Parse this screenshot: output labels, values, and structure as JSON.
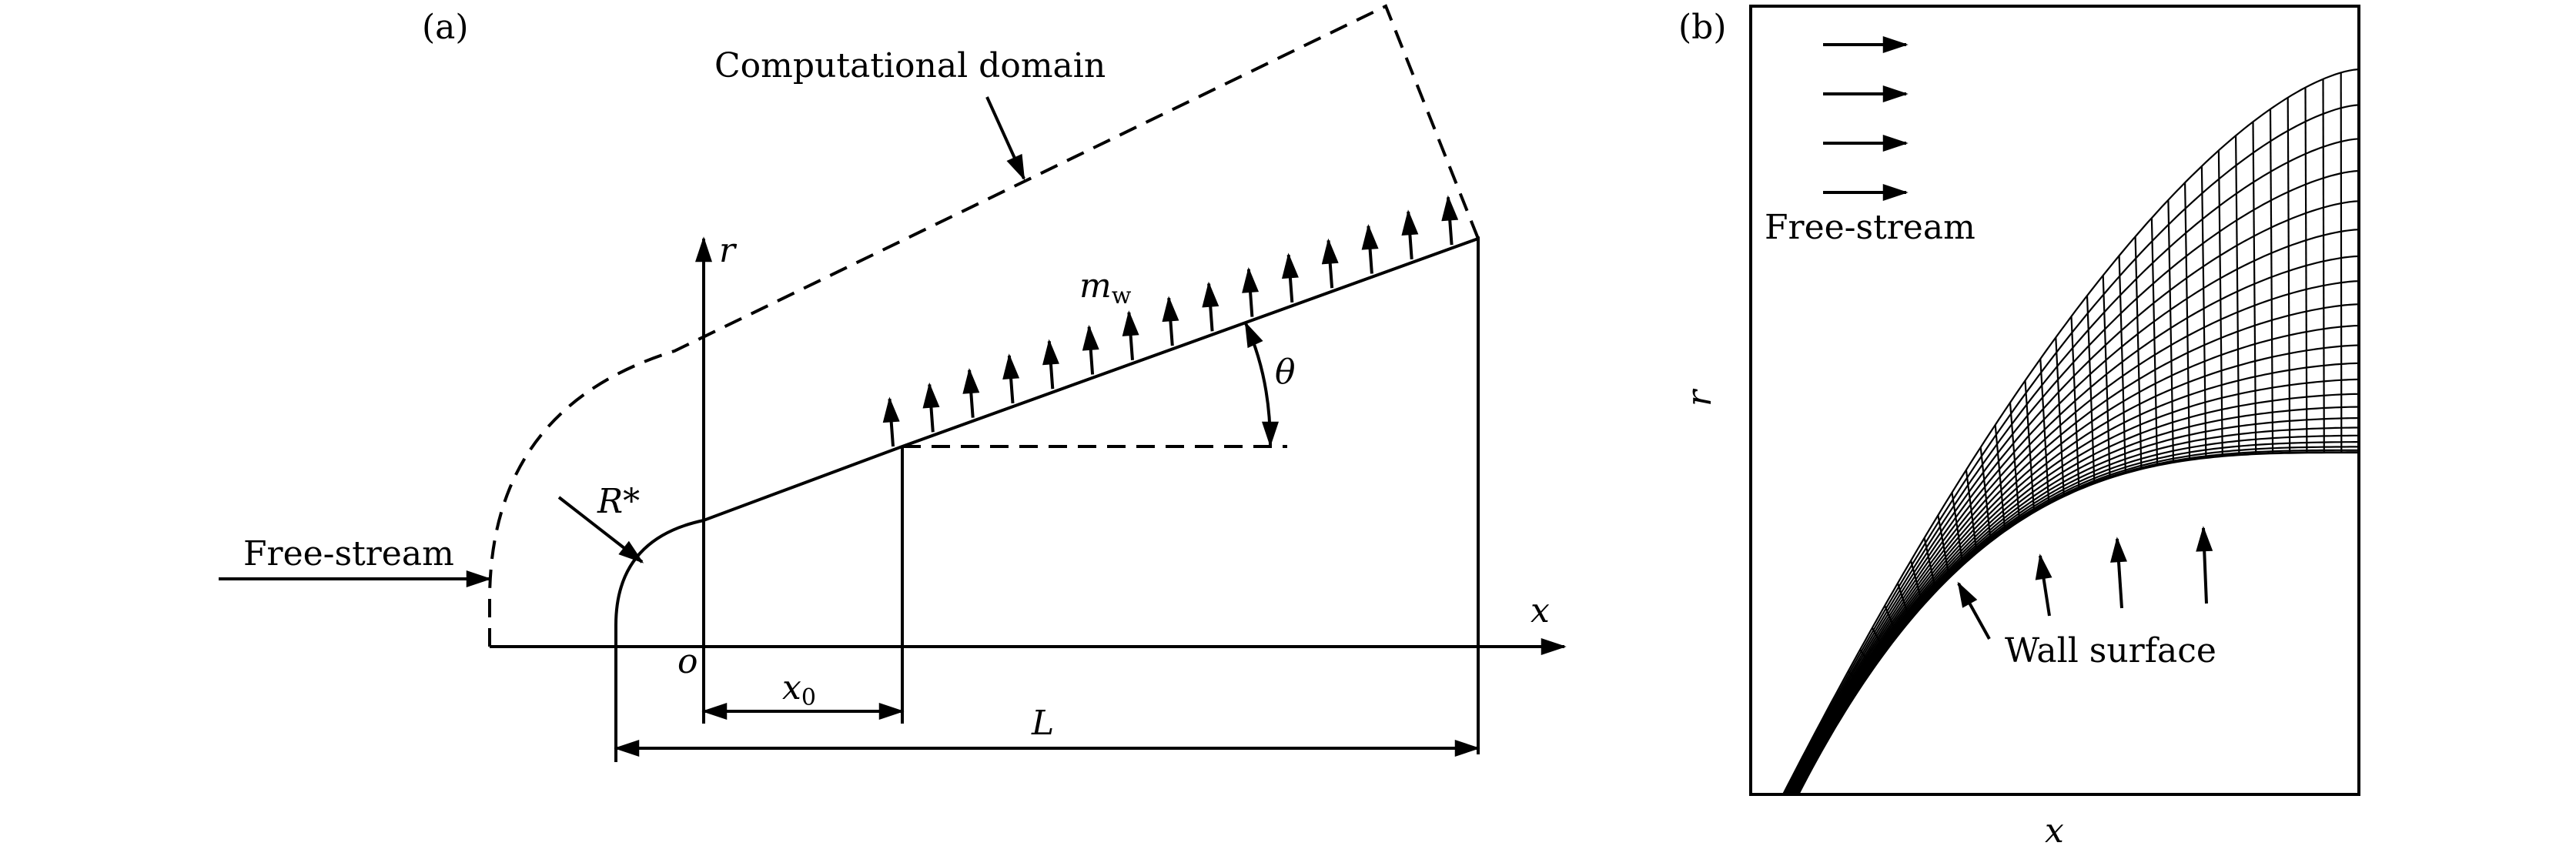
{
  "panel_a": {
    "label": "(a)",
    "computational_domain": "Computational domain",
    "free_stream": "Free-stream",
    "r_axis": "r",
    "x_axis": "x",
    "origin": "o",
    "nose_radius": "R*",
    "x0_base": "x",
    "x0_sub": "0",
    "length": "L",
    "theta": "θ",
    "mw_base": "m",
    "mw_sub": "w"
  },
  "panel_b": {
    "label": "(b)",
    "free_stream": "Free-stream",
    "r_axis": "r",
    "x_axis": "x",
    "wall_surface": "Wall surface"
  },
  "colors": {
    "ink": "#000000",
    "background": "#ffffff"
  }
}
